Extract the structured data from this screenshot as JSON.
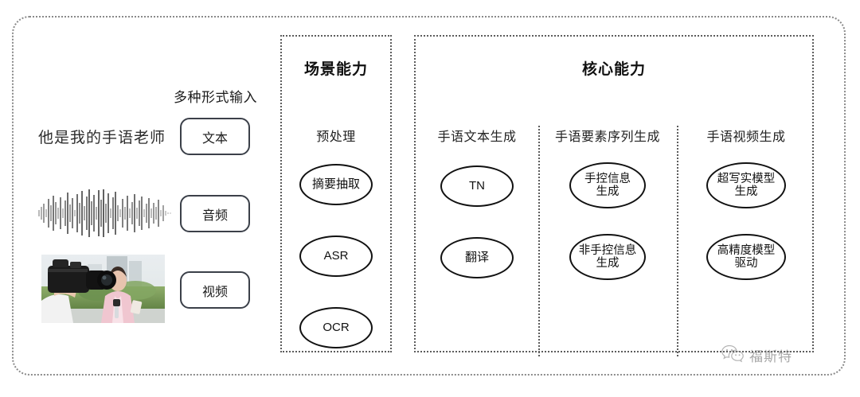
{
  "diagram": {
    "input_section": {
      "heading": "多种形式输入",
      "sentence": "他是我的手语老师",
      "modalities": [
        {
          "label": "文本",
          "icon": "text-icon"
        },
        {
          "label": "音频",
          "icon": "waveform-icon"
        },
        {
          "label": "视频",
          "icon": "video-thumbnail-icon"
        }
      ]
    },
    "scene_panel": {
      "title": "场景能力",
      "group_label": "预处理",
      "nodes": [
        "摘要抽取",
        "ASR",
        "OCR"
      ]
    },
    "core_panel": {
      "title": "核心能力",
      "columns": [
        {
          "header": "手语文本生成",
          "nodes": [
            "TN",
            "翻译"
          ]
        },
        {
          "header": "手语要素序列生成",
          "nodes": [
            "手控信息\n生成",
            "非手控信息\n生成"
          ]
        },
        {
          "header": "手语视频生成",
          "nodes": [
            "超写实模型\n生成",
            "高精度模型\n驱动"
          ]
        }
      ]
    },
    "watermark": {
      "icon": "wechat-icon",
      "text": "福斯特"
    },
    "colors": {
      "frame": "#8a8a8a",
      "panel_border": "#5c5c5c",
      "node_border": "#111111",
      "text": "#1f1f1f",
      "pill_border": "#3b4049"
    }
  }
}
